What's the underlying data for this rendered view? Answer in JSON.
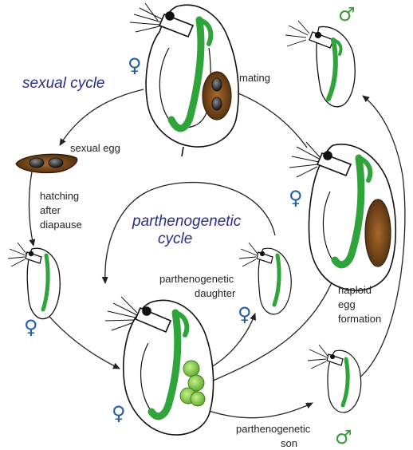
{
  "colors": {
    "female": "#1f5fa8",
    "male": "#3a9a3a",
    "gut": "#2fa43a",
    "title": "#2b2f86",
    "egg_brown": "#7a4a1e",
    "parthenogenetic_egg": "#7cc842"
  },
  "symbols": {
    "female": "♀",
    "male": "♂"
  },
  "titles": {
    "sexual": "sexual cycle",
    "parthenogenetic_line1": "parthenogenetic",
    "parthenogenetic_line2": "cycle"
  },
  "labels": {
    "mating": "mating",
    "sexual_egg": "sexual egg",
    "hatching_1": "hatching",
    "hatching_2": "after",
    "hatching_3": "diapause",
    "daughter_1": "parthenogenetic",
    "daughter_2": "daughter",
    "haploid_1": "haploid",
    "haploid_2": "egg",
    "haploid_3": "formation",
    "son_1": "parthenogenetic",
    "son_2": "son"
  }
}
